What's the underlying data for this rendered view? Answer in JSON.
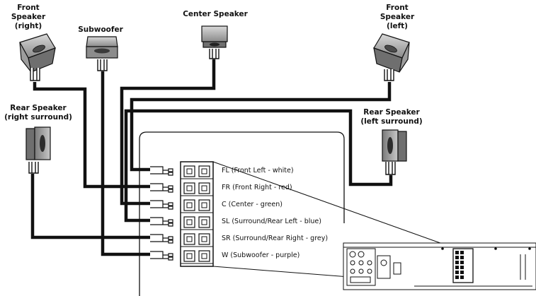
{
  "speakers": {
    "front_right": {
      "line1": "Front",
      "line2": "Speaker",
      "line3": "(right)"
    },
    "subwoofer": {
      "line1": "Subwoofer"
    },
    "center": {
      "line1": "Center Speaker"
    },
    "front_left": {
      "line1": "Front",
      "line2": "Speaker",
      "line3": "(left)"
    },
    "rear_right": {
      "line1": "Rear Speaker",
      "line2": "(right surround)"
    },
    "rear_left": {
      "line1": "Rear Speaker",
      "line2": "(left surround)"
    }
  },
  "terminals": [
    {
      "label": "FL (Front Left - white)"
    },
    {
      "label": "FR (Front Right - red)"
    },
    {
      "label": "C (Center - green)"
    },
    {
      "label": "SL (Surround/Rear Left - blue)"
    },
    {
      "label": "SR (Surround/Rear Right - grey)"
    },
    {
      "label": "W (Subwoofer - purple)"
    }
  ]
}
